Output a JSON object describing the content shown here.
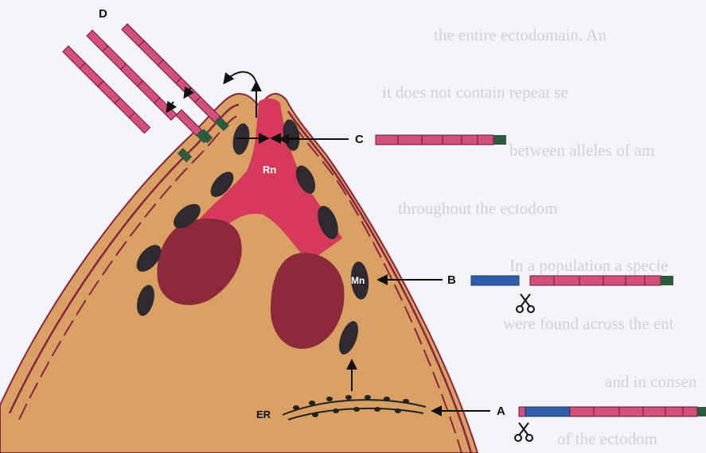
{
  "background_text": [
    "the entire ectodomain. An",
    "it does not contain repeat se",
    "between alleles of am",
    "throughout the ectodom",
    "In a population a specie",
    "were found across the ent",
    "and in consen",
    "of the ectodom"
  ],
  "labels": {
    "D": "D",
    "C": "C",
    "B": "B",
    "A": "A",
    "Rn": "Rn",
    "Mn": "Mn",
    "ER": "ER"
  },
  "colors": {
    "cell": "#d9a063",
    "membrane": "#8a2340",
    "rhoptry_neck": "#d53a5a",
    "rhoptry_bulb": "#8c2a3c",
    "micronemes": "#2f2a2f",
    "protein_ectodomain": "#d4507c",
    "protein_signal": "#2e5fa8",
    "protein_anchor": "#2e5b3d"
  },
  "icons": [
    "scissors-icon"
  ]
}
